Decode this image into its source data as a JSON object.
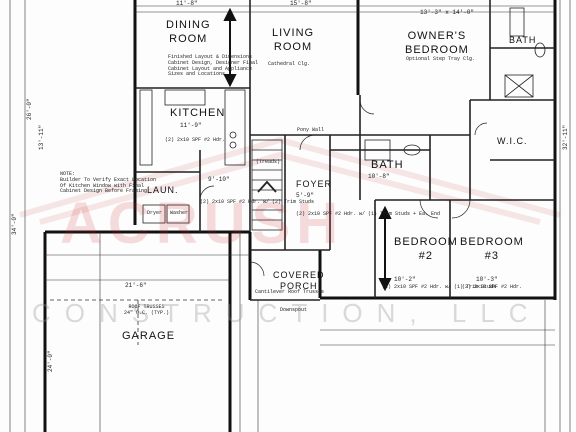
{
  "rooms": {
    "dining": [
      "DINING",
      "ROOM"
    ],
    "living": [
      "LIVING",
      "ROOM"
    ],
    "owners": [
      "OWNER'S",
      "BEDROOM"
    ],
    "owners_ceiling": "Optional Step Tray Clg.",
    "bath_top": "BATH",
    "kitchen": "KITCHEN",
    "bath_mid": "BATH",
    "wic": "W.I.C.",
    "laundry": "LAUN.",
    "dryer": "Dryer",
    "washer": "Washer",
    "foyer": "FOYER",
    "bedroom2": [
      "BEDROOM",
      "#2"
    ],
    "bedroom3": [
      "BEDROOM",
      "#3"
    ],
    "porch": [
      "COVERED",
      "PORCH"
    ],
    "porch_note": "Cantilever Roof Trusses",
    "garage": "GARAGE",
    "garage_trusses": [
      "ROOF TRUSSES",
      "24\" O.C. (TYP.)"
    ]
  },
  "notes": {
    "kitchen_cabinets": [
      "NOTE:",
      "Builder To Verify Exact Location",
      "Of Kitchen Window with Final",
      "Cabinet Design Before Framing"
    ],
    "cabinet_layout": [
      "Finished Layout & Dimensions",
      "Cabinet Design, Designer Final",
      "Cabinet Layout and Appliance",
      "Sizes and Locations"
    ],
    "header1": "(2) 2x10 SPF #2 Hdr.",
    "header2": "(2) 2x10 SPF #2 Hdr. w/ (2) Trim Studs",
    "header3": "(2) 2x10 SPF #2 Hdr. w/ (1) Trim Studs + Ea. End",
    "header4": "(1) 2x10 SPF #2 Hdr. w/ (1) Trim Studs",
    "header5": "(2) 2x10 SPF #2 Hdr.",
    "pony": "Pony Wall",
    "ceiling": "Cathedral Clg.",
    "treads": "(Treads)",
    "downspout": "Downspout"
  },
  "dims": {
    "top_a": "11'-8\"",
    "top_b": "15'-8\"",
    "top_c": "13'-3\" x 14'-0\"",
    "left_a": "13'-11\"",
    "left_b": "26'-0\"",
    "left_c": "34'-0\"",
    "bed2": "10'-2\"",
    "bed3": "10'-3\"",
    "garage_w": "21'-6\"",
    "garage_d": "24'-0\"",
    "right_a": "32'-11\"",
    "kitchen_w": "11'-9\"",
    "foyer_w": "5'-9\"",
    "bath_w": "10'-8\"",
    "laundry": "9'-10\""
  },
  "watermark": {
    "brand": "ACRUSH",
    "line2": "CONSTRUCTION, LLC"
  }
}
